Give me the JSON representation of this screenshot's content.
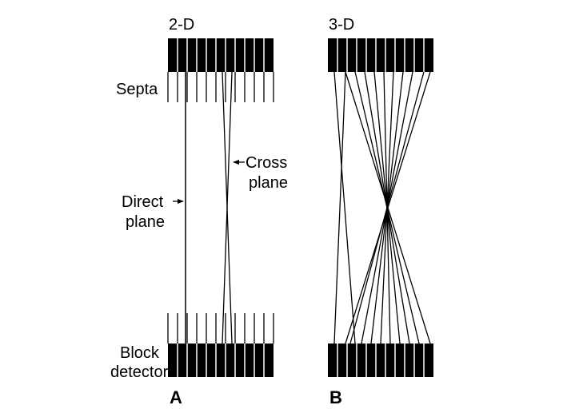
{
  "panels": {
    "a": {
      "title": "2-D",
      "letter": "A"
    },
    "b": {
      "title": "3-D",
      "letter": "B"
    }
  },
  "labels": {
    "septa": "Septa",
    "cross_plane_line1": "Cross",
    "cross_plane_line2": "plane",
    "direct_plane_line1": "Direct",
    "direct_plane_line2": "plane",
    "block_detectors_line1": "Block",
    "block_detectors_line2": "detectors"
  },
  "colors": {
    "ink": "#000000",
    "detector_divider": "#ffffff",
    "background": "#ffffff"
  }
}
